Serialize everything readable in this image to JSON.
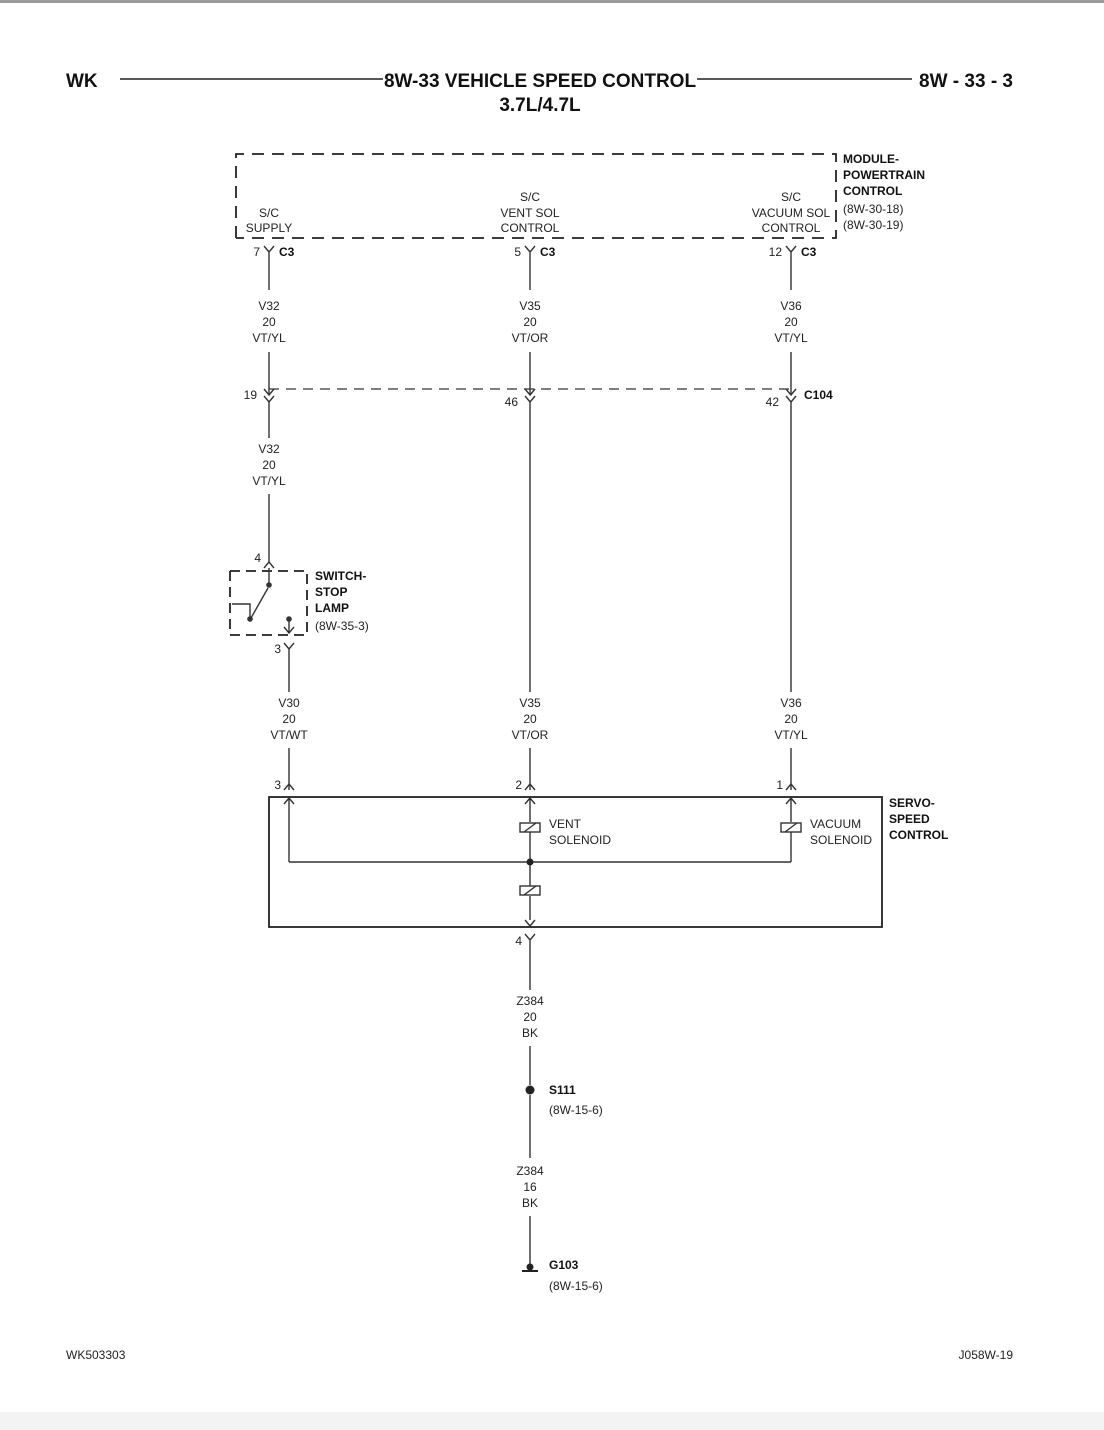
{
  "header": {
    "left_code": "WK",
    "title": "8W-33 VEHICLE SPEED CONTROL",
    "subtitle": "3.7L/4.7L",
    "page_number": "8W - 33 - 3"
  },
  "pcm": {
    "name_lines": [
      "MODULE-",
      "POWERTRAIN",
      "CONTROL"
    ],
    "refs": [
      "(8W-30-18)",
      "(8W-30-19)"
    ],
    "pins": {
      "supply": {
        "lines": [
          "S/C",
          "SUPPLY"
        ],
        "pin": "7",
        "connector": "C3"
      },
      "vent": {
        "lines": [
          "S/C",
          "VENT SOL",
          "CONTROL"
        ],
        "pin": "5",
        "connector": "C3"
      },
      "vacuum": {
        "lines": [
          "S/C",
          "VACUUM SOL",
          "CONTROL"
        ],
        "pin": "12",
        "connector": "C3"
      }
    }
  },
  "wires": {
    "v32_upper": [
      "V32",
      "20",
      "VT/YL"
    ],
    "v35_upper": [
      "V35",
      "20",
      "VT/OR"
    ],
    "v36_upper": [
      "V36",
      "20",
      "VT/YL"
    ],
    "v32_lower": [
      "V32",
      "20",
      "VT/YL"
    ],
    "v30": [
      "V30",
      "20",
      "VT/WT"
    ],
    "v35_lower": [
      "V35",
      "20",
      "VT/OR"
    ],
    "v36_lower": [
      "V36",
      "20",
      "VT/YL"
    ],
    "z384_upper": [
      "Z384",
      "20",
      "BK"
    ],
    "z384_lower": [
      "Z384",
      "16",
      "BK"
    ]
  },
  "c104": {
    "name": "C104",
    "pins": [
      "19",
      "46",
      "42"
    ]
  },
  "switch": {
    "name_lines": [
      "SWITCH-",
      "STOP",
      "LAMP"
    ],
    "ref": "(8W-35-3)",
    "pin_in": "4",
    "pin_out": "3"
  },
  "servo": {
    "name_lines": [
      "SERVO-",
      "SPEED",
      "CONTROL"
    ],
    "pins": [
      "3",
      "2",
      "1",
      "4"
    ],
    "vent_label": [
      "VENT",
      "SOLENOID"
    ],
    "vacuum_label": [
      "VACUUM",
      "SOLENOID"
    ]
  },
  "splice": {
    "name": "S111",
    "ref": "(8W-15-6)"
  },
  "ground": {
    "name": "G103",
    "ref": "(8W-15-6)"
  },
  "footer": {
    "left": "WK503303",
    "right": "J058W-19"
  }
}
